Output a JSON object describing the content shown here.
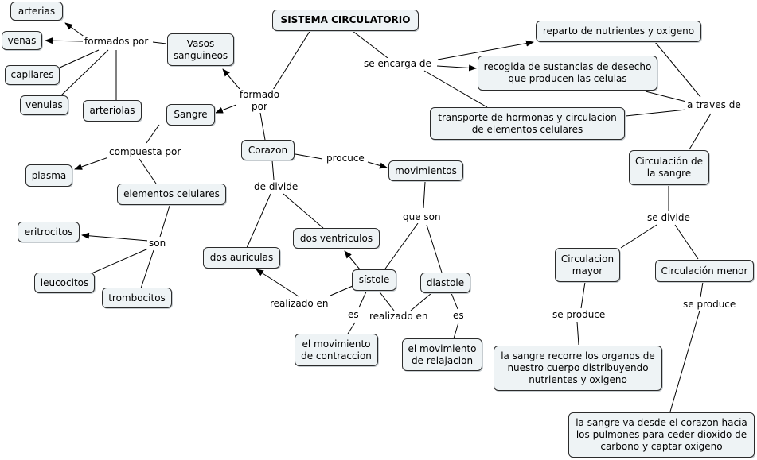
{
  "title": "SISTEMA CIRCULATORIO",
  "concepts": {
    "sistema": "SISTEMA CIRCULATORIO",
    "arterias": "arterias",
    "venas": "venas",
    "capilares": "capilares",
    "venulas": "venulas",
    "arteriolas": "arteriolas",
    "vasos": "Vasos sanguineos",
    "sangre": "Sangre",
    "plasma": "plasma",
    "elementos": "elementos celulares",
    "eritrocitos": "eritrocitos",
    "leucocitos": "leucocitos",
    "trombocitos": "trombocitos",
    "corazon": "Corazon",
    "movimientos": "movimientos",
    "dos_auriculas": "dos auriculas",
    "dos_ventriculos": "dos ventriculos",
    "sistole": "sístole",
    "diastole": "diastole",
    "mov_contraccion": "el movimiento de contraccion",
    "mov_relajacion": "el movimiento de relajacion",
    "reparto": "reparto de nutrientes y oxigeno",
    "recogida": "recogida de sustancias de desecho que producen las celulas",
    "transporte": "transporte de hormonas y circulacion de elementos celulares",
    "circ_sangre": "Circulación de la sangre",
    "circ_mayor": "Circulacion mayor",
    "circ_menor": "Circulación menor",
    "desc_mayor": "la sangre recorre los organos de nuestro cuerpo distribuyendo nutrientes y oxigeno",
    "desc_menor": "la sangre va desde el corazon hacia los pulmones para ceder dioxido de carbono y captar oxigeno"
  },
  "link_labels": {
    "formados_por": "formados por",
    "formado_por": "formado por",
    "se_encarga_de": "se encarga de",
    "compuesta_por": "compuesta por",
    "son": "son",
    "procuce": "procuce",
    "de_divide": "de divide",
    "que_son": "que son",
    "realizado_en_1": "realizado en",
    "realizado_en_2": "realizado en",
    "es_1": "es",
    "es_2": "es",
    "a_traves_de": "a traves de",
    "se_divide": "se divide",
    "se_produce_1": "se produce",
    "se_produce_2": "se produce"
  },
  "colors": {
    "node_fill": "#eef3f5",
    "node_border": "#2b2b2b",
    "line": "#000000",
    "background": "#ffffff"
  }
}
